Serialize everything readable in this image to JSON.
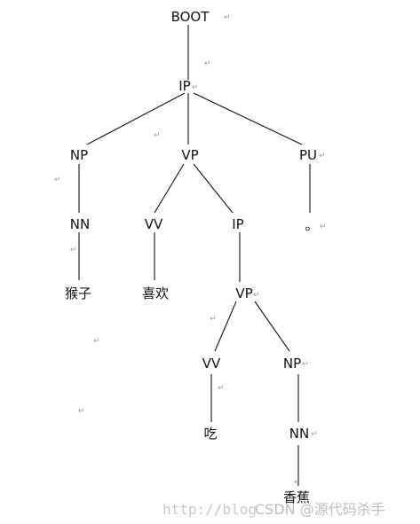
{
  "tree": {
    "nodes": {
      "boot": "BOOT",
      "ip_root": "IP",
      "np1": "NP",
      "vp1": "VP",
      "pu": "PU",
      "nn1": "NN",
      "vv1": "VV",
      "ip2": "IP",
      "period": "。",
      "monkey": "猴子",
      "like": "喜欢",
      "vp2": "VP",
      "vv2": "VV",
      "np2": "NP",
      "eat": "吃",
      "nn2": "NN",
      "banana": "香蕉"
    },
    "return_mark": "↵"
  },
  "watermark": {
    "url_fragment": "http://blog",
    "csdn": "CSDN @源代码杀手"
  }
}
